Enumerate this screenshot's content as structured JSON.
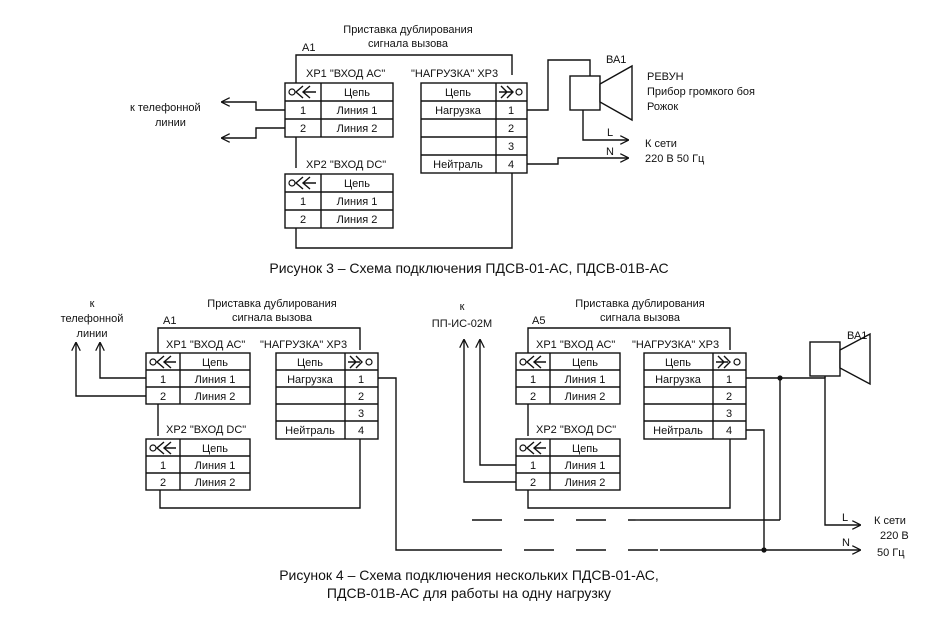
{
  "fig3": {
    "device_title_line1": "Приставка дублирования",
    "device_title_line2": "сигнала вызова",
    "device_ref": "А1",
    "xp1_label": "XP1  \"ВХОД АС\"",
    "xp2_label": "XP2  \"ВХОД DC\"",
    "xp3_label": "\"НАГРУЗКА\"  XP3",
    "circuit_header": "Цепь",
    "xp1_rows": [
      {
        "pin": "1",
        "name": "Линия 1"
      },
      {
        "pin": "2",
        "name": "Линия 2"
      }
    ],
    "xp2_rows": [
      {
        "pin": "1",
        "name": "Линия 1"
      },
      {
        "pin": "2",
        "name": "Линия 2"
      }
    ],
    "xp3_rows": [
      {
        "name": "Нагрузка",
        "pin": "1"
      },
      {
        "name": "",
        "pin": "2"
      },
      {
        "name": "",
        "pin": "3"
      },
      {
        "name": "Нейтраль",
        "pin": "4"
      }
    ],
    "phone_line1": "к  телефонной",
    "phone_line2": "линии",
    "siren_ref": "ВА1",
    "siren_name1": "РЕВУН",
    "siren_name2": "Прибор громкого боя",
    "siren_name3": "Рожок",
    "wire_l": "L",
    "wire_n": "N",
    "mains_line1": "К сети",
    "mains_line2": "220 В  50 Гц",
    "caption": "Рисунок 3 – Схема подключения ПДСВ-01-АС, ПДСВ-01В-АС"
  },
  "fig4": {
    "phone_k": "к",
    "phone_line1": "телефонной",
    "phone_line2": "линии",
    "left_device": {
      "ref": "А1",
      "title_line1": "Приставка дублирования",
      "title_line2": "сигнала вызова",
      "xp1_label": "XP1  \"ВХОД АС\"",
      "xp2_label": "XP2  \"ВХОД DC\"",
      "xp3_label": "\"НАГРУЗКА\"  XP3"
    },
    "right_device": {
      "ref": "А5",
      "title_line1": "Приставка дублирования",
      "title_line2": "сигнала вызова",
      "xp1_label": "XP1  \"ВХОД АС\"",
      "xp2_label": "XP2  \"ВХОД DC\"",
      "xp3_label": "\"НАГРУЗКА\"  XP3"
    },
    "pp_k": "к",
    "pp_name": "ПП-ИС-02М",
    "circuit_header": "Цепь",
    "rows_in": [
      {
        "pin": "1",
        "name": "Линия 1"
      },
      {
        "pin": "2",
        "name": "Линия 2"
      }
    ],
    "rows_out": [
      {
        "name": "Нагрузка",
        "pin": "1"
      },
      {
        "name": "",
        "pin": "2"
      },
      {
        "name": "",
        "pin": "3"
      },
      {
        "name": "Нейтраль",
        "pin": "4"
      }
    ],
    "siren_ref": "ВА1",
    "wire_l": "L",
    "wire_n": "N",
    "mains_line1": "К сети",
    "mains_line2": "220 В",
    "mains_line3": "50 Гц",
    "caption_line1": "Рисунок 4 – Схема подключения нескольких ПДСВ-01-АС,",
    "caption_line2": "ПДСВ-01В-АС для работы на одну нагрузку"
  }
}
